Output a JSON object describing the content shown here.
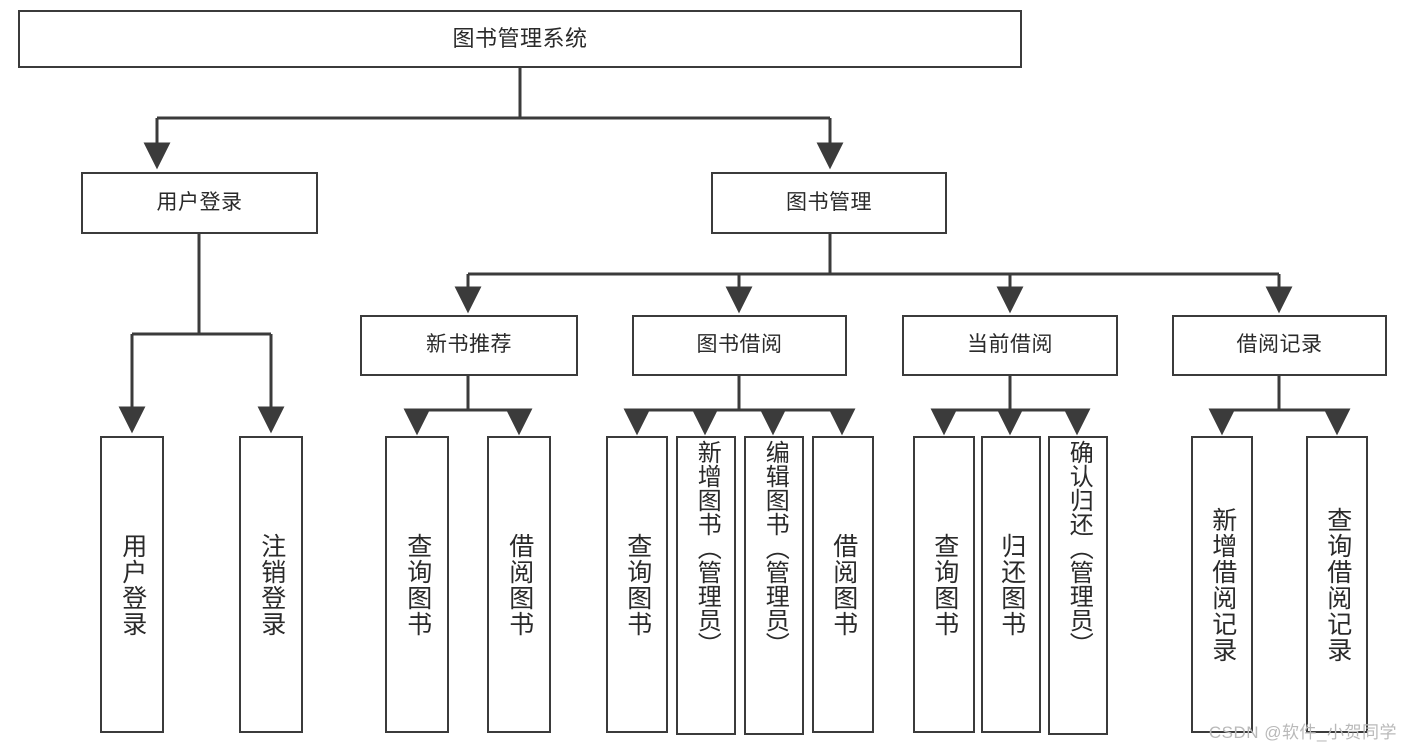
{
  "diagram": {
    "type": "tree",
    "title": "图书管理系统",
    "orientation": "top-down",
    "watermark": "CSDN @软件_小贺同学",
    "colors": {
      "background": "#ffffff",
      "node_border": "#3b3b3b",
      "node_fill": "#ffffff",
      "edge": "#3b3b3b",
      "text": "#2a2a2a",
      "watermark": "#b9b9b9"
    }
  },
  "nodes": {
    "root": {
      "label": "图书管理系统"
    },
    "level2": [
      {
        "id": "user-login",
        "label": "用户登录"
      },
      {
        "id": "book-management",
        "label": "图书管理"
      }
    ],
    "level3": [
      {
        "id": "new-book-recommend",
        "label": "新书推荐"
      },
      {
        "id": "book-borrow",
        "label": "图书借阅"
      },
      {
        "id": "current-borrow",
        "label": "当前借阅"
      },
      {
        "id": "borrow-record",
        "label": "借阅记录"
      }
    ],
    "leaves": {
      "user_login": [
        {
          "id": "leaf-user-login",
          "label": "用户登录"
        },
        {
          "id": "leaf-logout",
          "label": "注销登录"
        }
      ],
      "new_book_recommend": [
        {
          "id": "leaf-query-book-1",
          "label": "查询图书"
        },
        {
          "id": "leaf-borrow-book-1",
          "label": "借阅图书"
        }
      ],
      "book_borrow": [
        {
          "id": "leaf-query-book-2",
          "label": "查询图书"
        },
        {
          "id": "leaf-add-book",
          "label": "新增图书（管理员）"
        },
        {
          "id": "leaf-edit-book",
          "label": "编辑图书（管理员）"
        },
        {
          "id": "leaf-borrow-book-2",
          "label": "借阅图书"
        }
      ],
      "current_borrow": [
        {
          "id": "leaf-query-book-3",
          "label": "查询图书"
        },
        {
          "id": "leaf-return-book",
          "label": "归还图书"
        },
        {
          "id": "leaf-confirm-return",
          "label": "确认归还（管理员）"
        }
      ],
      "borrow_record": [
        {
          "id": "leaf-add-record",
          "label": "新增借阅记录"
        },
        {
          "id": "leaf-query-record",
          "label": "查询借阅记录"
        }
      ]
    }
  }
}
